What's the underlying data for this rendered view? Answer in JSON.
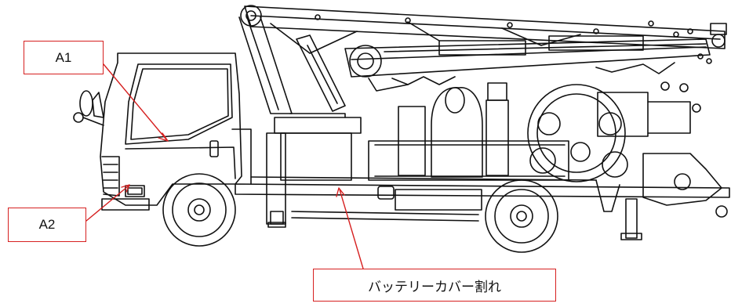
{
  "labels": {
    "a1": "A1",
    "a2": "A2",
    "battery_cover": "バッテリーカバー割れ"
  },
  "colors": {
    "callout": "#d62020",
    "line_art": "#111111",
    "background": "#ffffff"
  }
}
